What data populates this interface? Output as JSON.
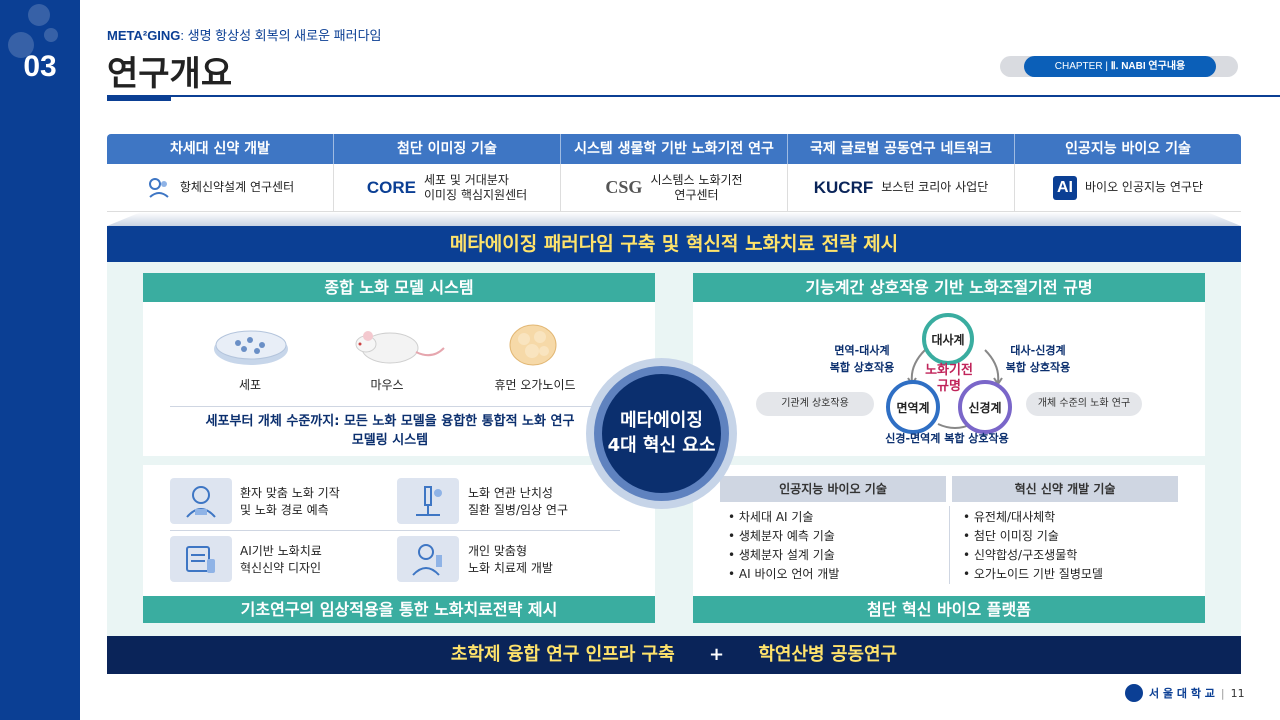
{
  "sidebar": {
    "section_number": "03"
  },
  "header": {
    "subtitle_brand": "META²GING",
    "subtitle_rest": ": 생명 항상성 회복의 새로운 패러다임",
    "title": "연구개요",
    "chapter_label": "CHAPTER",
    "chapter_value": "Ⅱ. NABI 연구내용"
  },
  "categories": [
    {
      "label": "차세대 신약 개발",
      "inst_logo": "",
      "inst_name": "항체신약설계 연구센터"
    },
    {
      "label": "첨단 이미징 기술",
      "inst_logo": "CORE",
      "inst_name": "세포 및 거대분자\n이미징 핵심지원센터"
    },
    {
      "label": "시스템 생물학 기반 노화기전 연구",
      "inst_logo": "CSG",
      "inst_name": "시스템스 노화기전\n연구센터"
    },
    {
      "label": "국제 글로벌 공동연구 네트워크",
      "inst_logo": "KUCRF",
      "inst_name": "보스턴 코리아 사업단"
    },
    {
      "label": "인공지능 바이오 기술",
      "inst_logo": "AI",
      "inst_name": "바이오 인공지능 연구단"
    }
  ],
  "main_banner": "메타에이징 패러다임 구축 및 혁신적 노화치료 전략 제시",
  "left_top": {
    "header": "종합 노화 모델 시스템",
    "models": [
      "세포",
      "마우스",
      "휴먼 오가노이드"
    ],
    "description": "세포부터 개체 수준까지: 모든 노화 모델을 융합한 통합적 노화 연구\n모델링 시스템"
  },
  "left_bottom": {
    "features": [
      "환자 맞춤 노화 기작\n및 노화 경로 예측",
      "노화 연관 난치성\n질환 질병/임상 연구",
      "AI기반 노화치료\n혁신신약 디자인",
      "개인 맞춤형\n노화 치료제 개발"
    ],
    "footer": "기초연구의 임상적용을 통한 노화치료전략 제시"
  },
  "center": {
    "line1": "메타에이징",
    "line2": "4대 혁신 요소"
  },
  "right_top": {
    "header": "기능계간 상호작용 기반 노화조절기전 규명",
    "nodes": {
      "top": "대사계",
      "left": "면역계",
      "right": "신경계"
    },
    "center_label": "노화기전\n규명",
    "labels": {
      "top_left": "면역-대사계\n복합 상호작용",
      "top_right": "대사-신경계\n복합 상호작용",
      "bottom": "신경-면역계 복합 상호작용"
    },
    "pill_left": "기관계 상호작용",
    "pill_right": "개체 수준의 노화 연구"
  },
  "right_bottom": {
    "col1_header": "인공지능 바이오 기술",
    "col1_items": [
      "• 차세대 AI 기술",
      "• 생체분자 예측 기술",
      "• 생체분자 설계 기술",
      "• AI 바이오 언어 개발"
    ],
    "col2_header": "혁신 신약 개발 기술",
    "col2_items": [
      "• 유전체/대사체학",
      "• 첨단 이미징 기술",
      "• 신약합성/구조생물학",
      "• 오가노이드 기반 질병모델"
    ],
    "footer": "첨단 혁신 바이오 플랫폼"
  },
  "bottom_bar": {
    "left": "초학제 융합 연구 인프라 구축",
    "plus": "+",
    "right": "학연산병 공동연구"
  },
  "footer": {
    "university": "서 울 대 학 교",
    "page": "11"
  },
  "colors": {
    "navy": "#0b3f94",
    "teal": "#3aada0",
    "yellow": "#ffe36b",
    "dark_navy": "#0a2459"
  }
}
